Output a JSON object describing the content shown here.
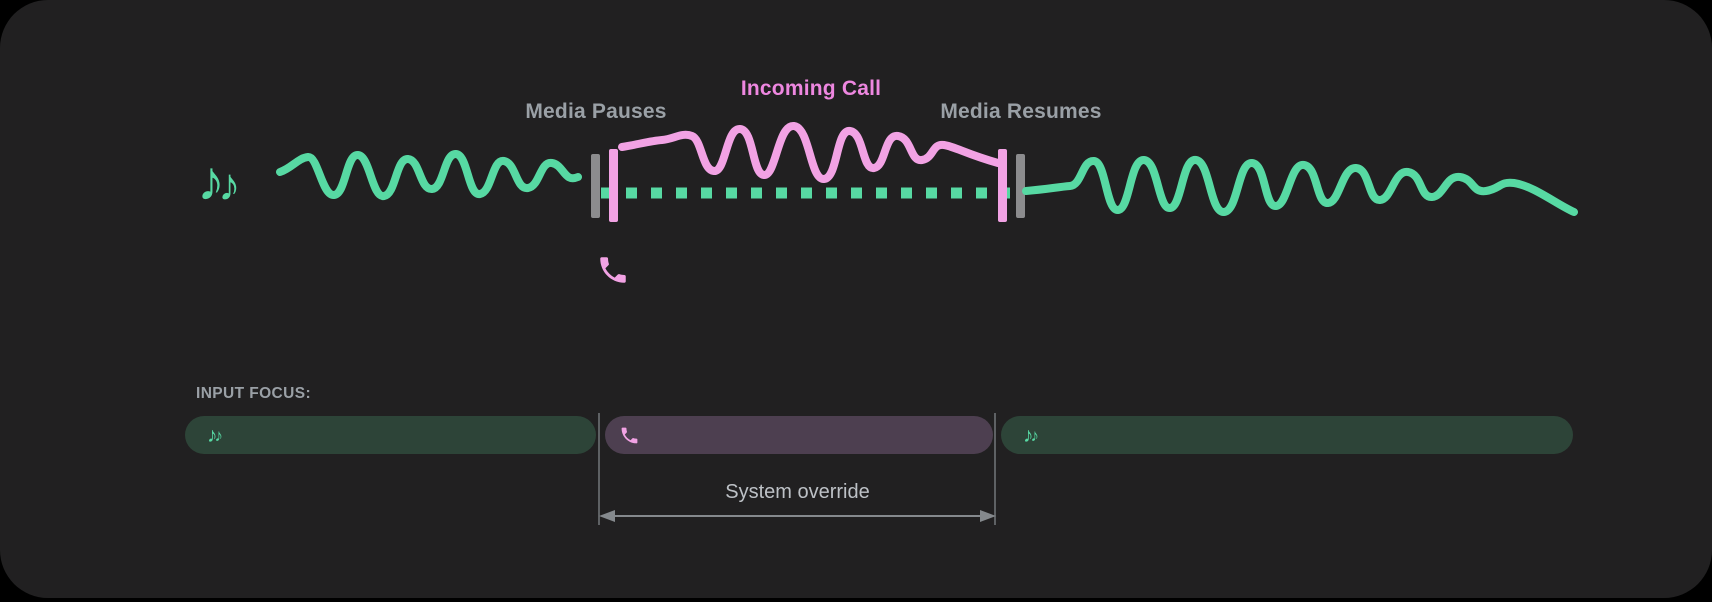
{
  "colors": {
    "page_bg": "#000000",
    "panel_bg": "#212021",
    "mint": "#57D9A3",
    "mint_dark": "#2D4438",
    "pink": "#F2A2E4",
    "pink_text": "#EE87E0",
    "purple_bar": "#4D3F50",
    "gray_bar": "#8C8C8E",
    "label_gray": "#9AA0A6",
    "caption_gray": "#BDC1C6",
    "guide_gray": "#5E6164",
    "arrow_gray": "#85898D"
  },
  "icons": {
    "music_note": "♪"
  },
  "timeline": {
    "media_pauses": "Media Pauses",
    "incoming_call": "Incoming Call",
    "media_resumes": "Media Resumes"
  },
  "focus": {
    "heading": "INPUT FOCUS:",
    "override_label": "System override",
    "segments": [
      {
        "type": "media",
        "icon": "music-notes-icon"
      },
      {
        "type": "call",
        "icon": "phone-icon"
      },
      {
        "type": "media",
        "icon": "music-notes-icon"
      }
    ]
  }
}
